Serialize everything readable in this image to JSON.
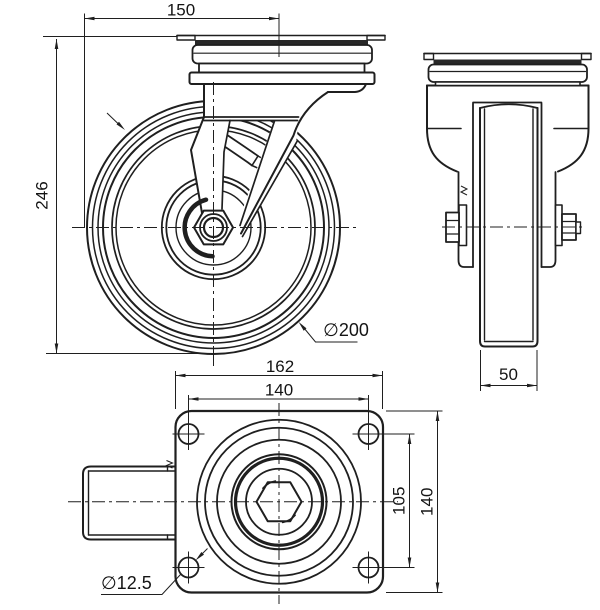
{
  "drawing": {
    "colors": {
      "line": "#1f1f1f",
      "background": "#ffffff",
      "plate_section_fill": "#282828"
    },
    "dimensions": {
      "front": {
        "swivel_offset_width": "150",
        "overall_height": "246",
        "wheel_diameter": "∅200"
      },
      "side": {
        "wheel_width": "50"
      },
      "bottom": {
        "plate_width": "162",
        "bolt_spacing_width": "140",
        "bolt_spacing_height": "105",
        "plate_height": "140",
        "bolt_hole_diameter": "∅12.5"
      }
    }
  }
}
